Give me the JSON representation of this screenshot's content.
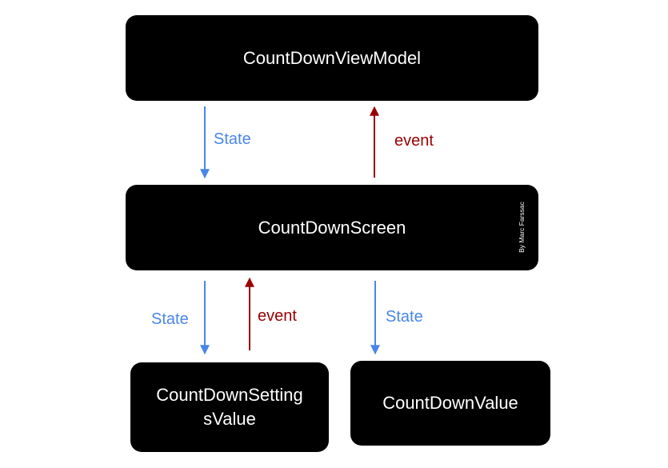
{
  "colors": {
    "box_fill": "#000000",
    "box_text": "#ffffff",
    "state_color": "#4a86e8",
    "event_color": "#990000"
  },
  "nodes": {
    "view_model": "CountDownViewModel",
    "screen": "CountDownScreen",
    "settings_value": "CountDownSettingsValue",
    "value": "CountDownValue"
  },
  "credit": "By Marc Farssac",
  "edges": [
    {
      "from": "view_model",
      "to": "screen",
      "label": "State"
    },
    {
      "from": "screen",
      "to": "view_model",
      "label": "event"
    },
    {
      "from": "screen",
      "to": "settings_value",
      "label": "State"
    },
    {
      "from": "settings_value",
      "to": "screen",
      "label": "event"
    },
    {
      "from": "screen",
      "to": "value",
      "label": "State"
    }
  ]
}
